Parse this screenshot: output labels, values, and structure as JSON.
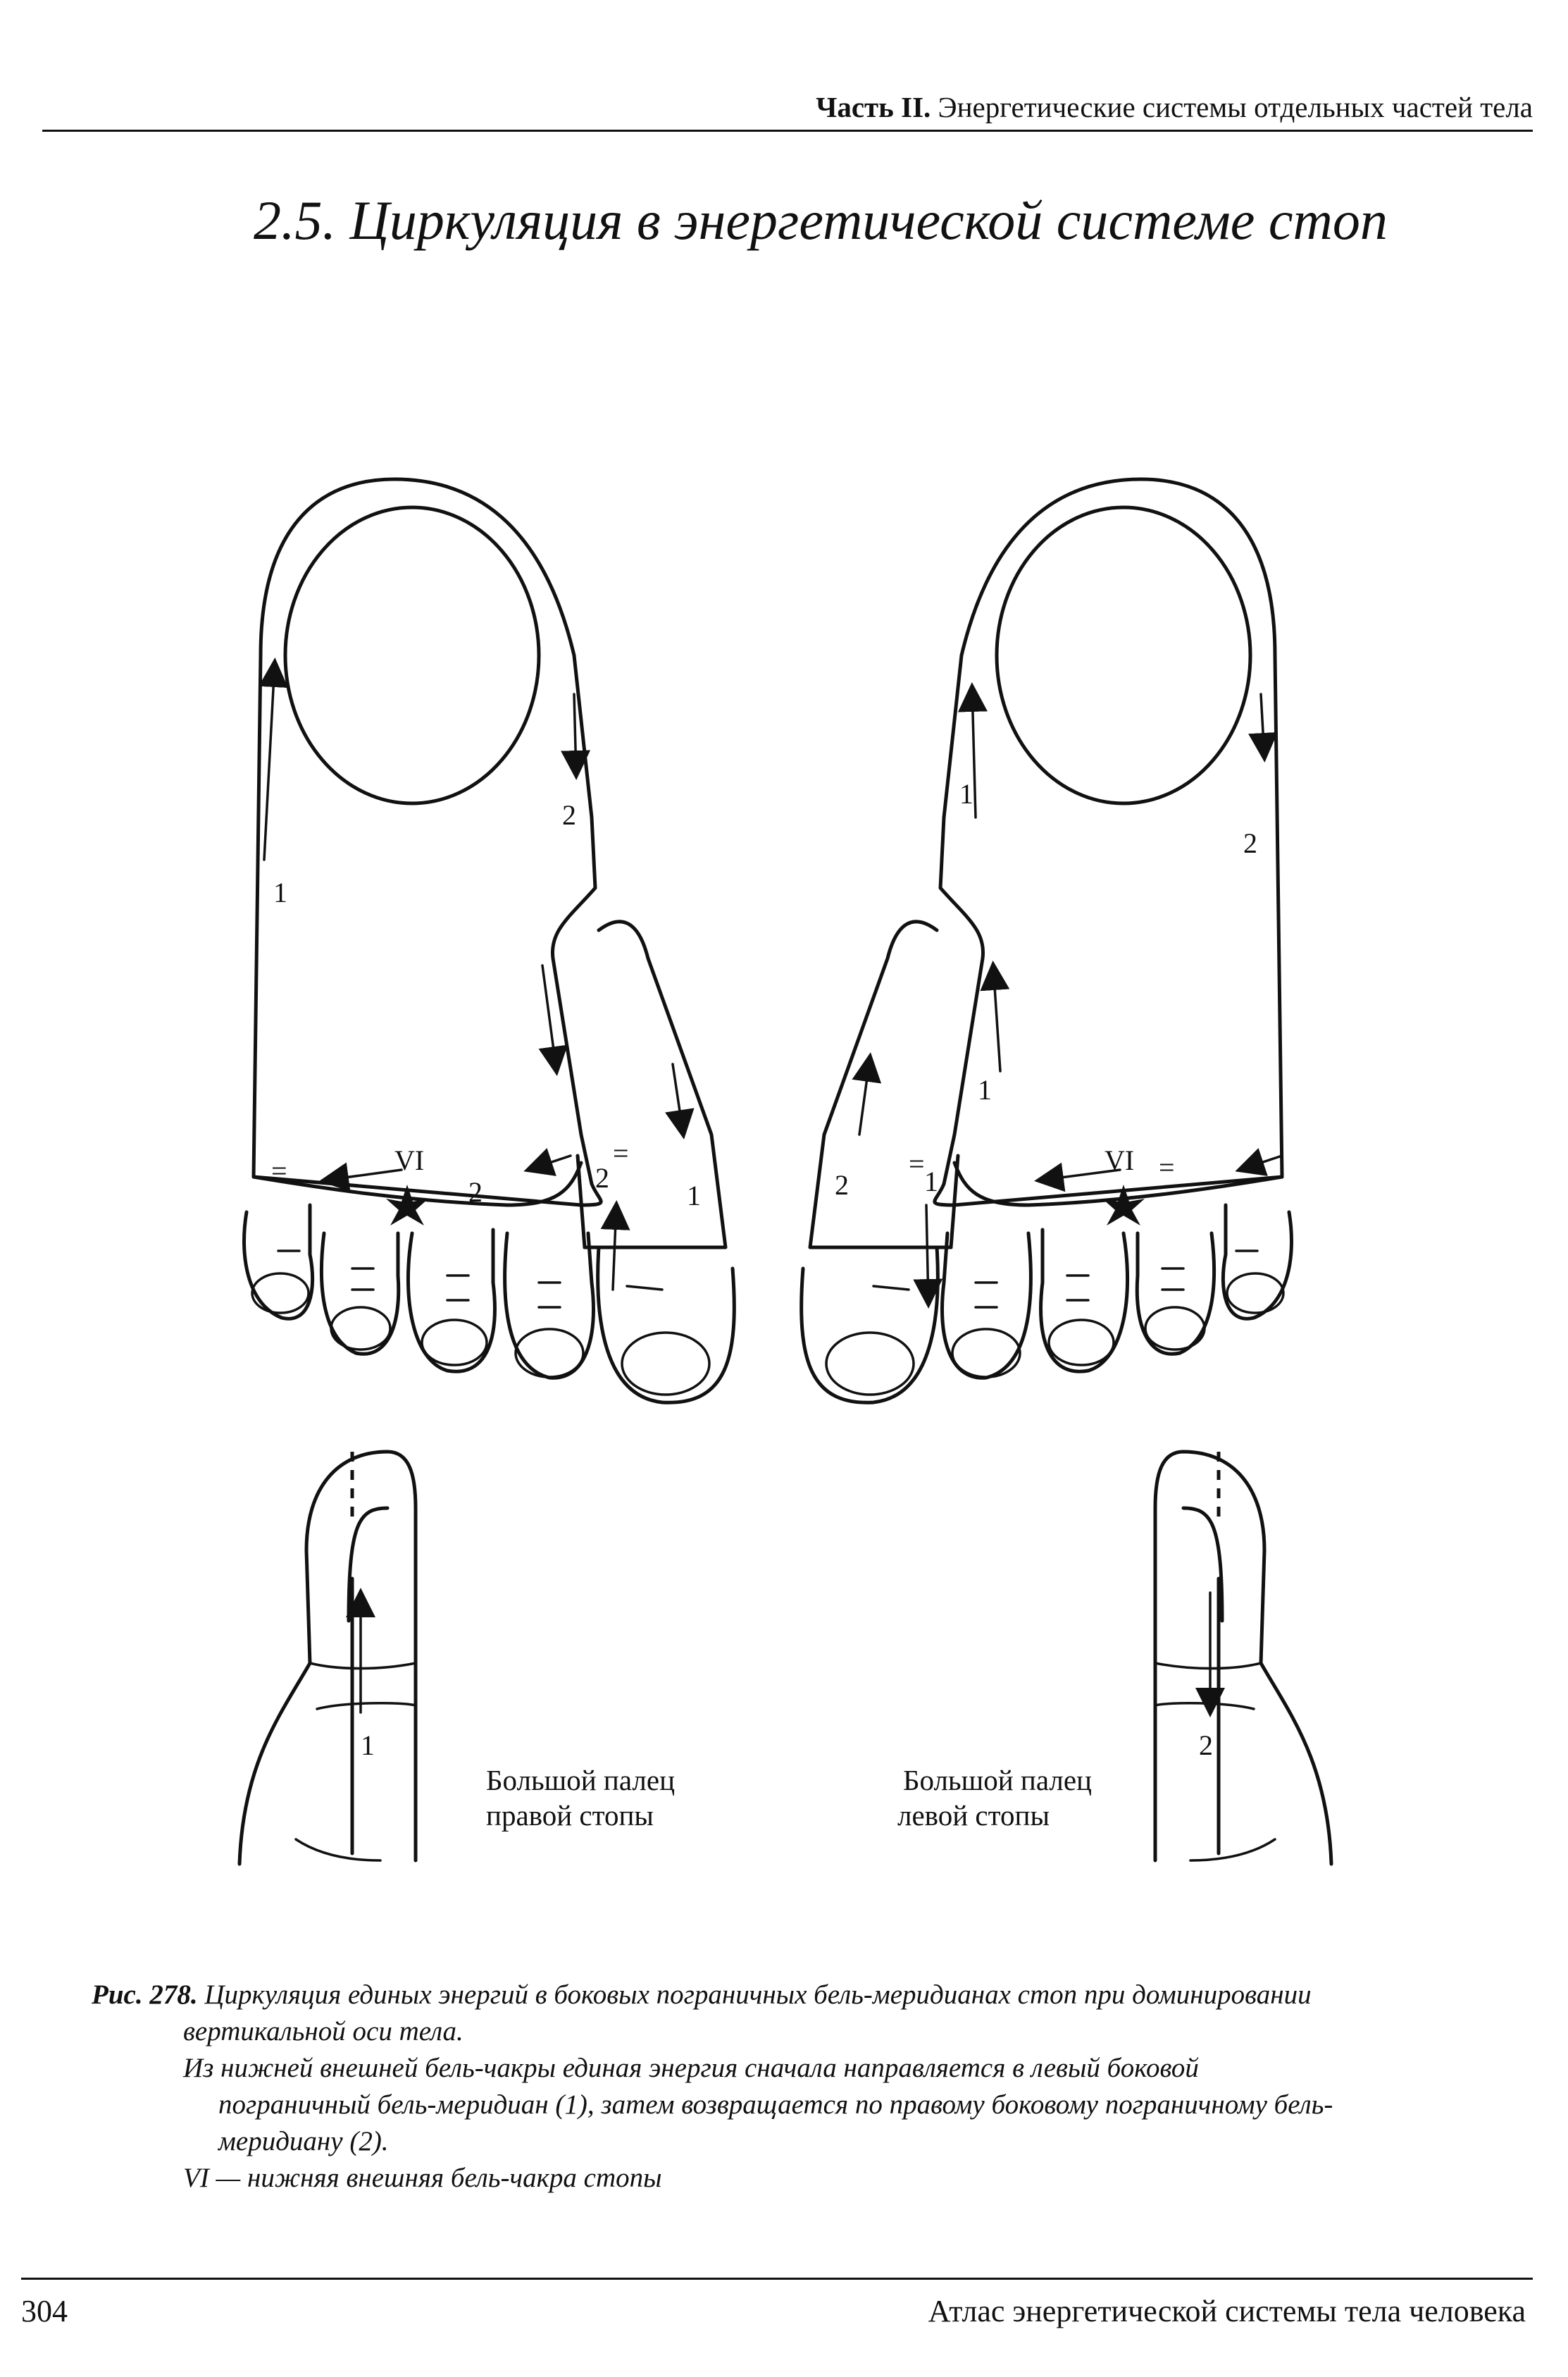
{
  "header": {
    "part_label": "Часть II.",
    "part_title": "Энергетические системы отдельных частей тела"
  },
  "section": {
    "title": "2.5. Циркуляция в энергетической системе стоп"
  },
  "figure": {
    "markers": {
      "chakra": "VI",
      "meridian_1": "1",
      "meridian_2": "2",
      "equal_sign": "="
    },
    "label_right_toe": [
      "Большой палец",
      "правой стопы"
    ],
    "label_left_toe": [
      "Большой палец",
      "левой стопы"
    ]
  },
  "caption": {
    "fig_ref": "Рис. 278.",
    "line1": "Циркуляция единых энергий в боковых пограничных бель-меридианах стоп при доминировании",
    "line2": "вертикальной оси тела.",
    "line3": "Из нижней внешней бель-чакры единая энергия сначала направляется в левый боковой",
    "line4": "пограничный бель-меридиан (1), затем возвращается по правому боковому пограничному бель-",
    "line5": "меридиану (2).",
    "line6": "VI — нижняя внешняя бель-чакра стопы"
  },
  "footer": {
    "page_number": "304",
    "book_title": "Атлас энергетической системы тела человека"
  }
}
